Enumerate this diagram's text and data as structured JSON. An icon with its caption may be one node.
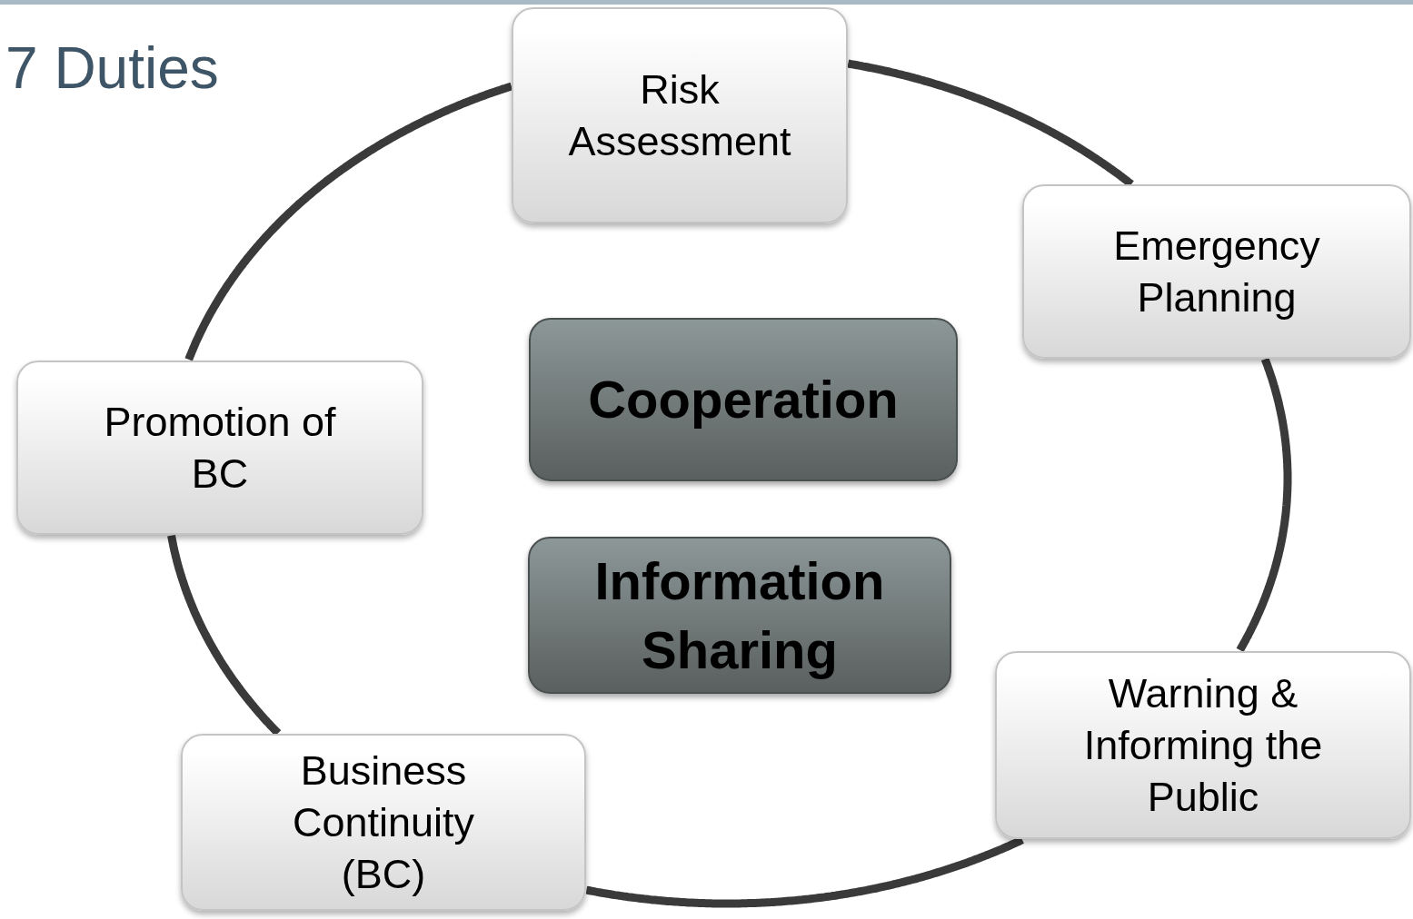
{
  "diagram": {
    "title": "7 Duties",
    "nodes": [
      {
        "text": [
          "Risk Assessment"
        ]
      },
      {
        "text": [
          "Emergency Planning"
        ]
      },
      {
        "text": [
          "Cooperation"
        ]
      },
      {
        "text": [
          "Promotion of BC"
        ]
      },
      {
        "text": [
          "Information Sharing"
        ]
      },
      {
        "text": [
          "Warning & Informing the Public"
        ]
      },
      {
        "text": [
          "Business Continuity (BC)"
        ]
      }
    ],
    "edges": [
      {
        "from": 0,
        "to": 1,
        "arrow": "none"
      },
      {
        "from": 1,
        "to": 5,
        "arrow": "none"
      },
      {
        "from": 5,
        "to": 6,
        "arrow": "none"
      },
      {
        "from": 6,
        "to": 3,
        "arrow": "none"
      },
      {
        "from": 3,
        "to": 0,
        "arrow": "none"
      }
    ]
  }
}
